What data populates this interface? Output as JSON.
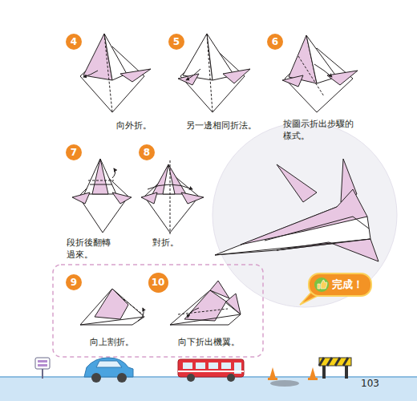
{
  "diagram": {
    "nodes": [
      {
        "text": [
          "4"
        ]
      },
      {
        "text": [
          "5"
        ]
      },
      {
        "text": [
          "6"
        ]
      },
      {
        "text": [
          "7"
        ]
      },
      {
        "text": [
          "8"
        ]
      },
      {
        "text": [
          "9"
        ]
      },
      {
        "text": [
          "10"
        ]
      },
      {
        "text": [
          "完成！"
        ]
      }
    ],
    "labels": [
      "向外折。",
      "另一邊相同折法。",
      "按圖示折出步驟的 樣式。",
      "段折後翻轉 過來。",
      "對折。",
      "向上割折。",
      "向下折出機翼。",
      "103"
    ]
  }
}
